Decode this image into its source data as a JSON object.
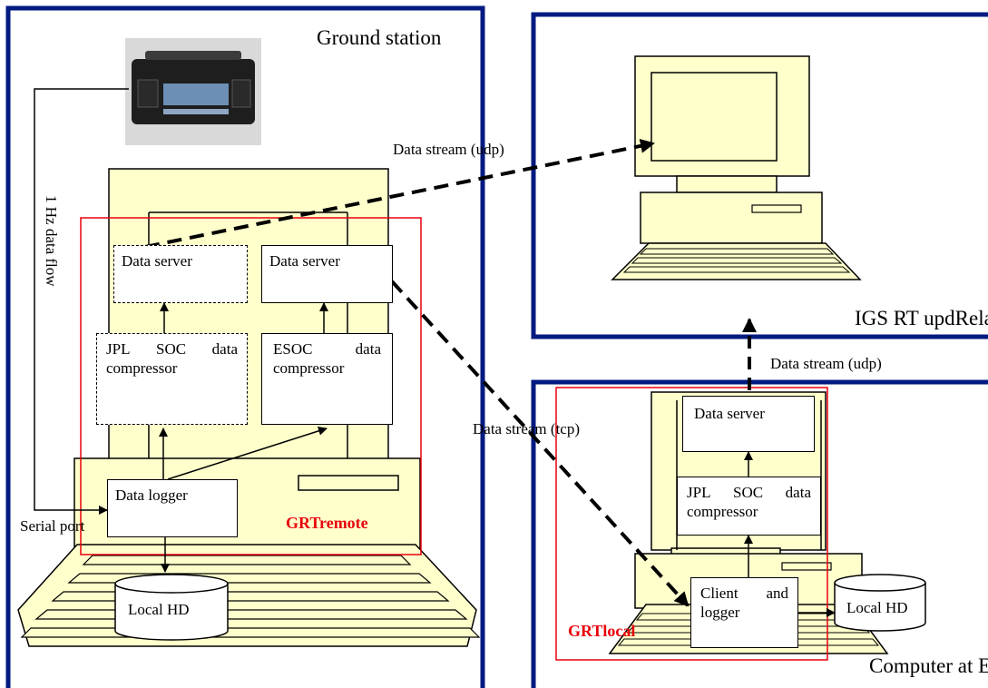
{
  "colors": {
    "frame": "#001a80",
    "computer_fill": "#ffffcc",
    "region_outline": "#e8000b",
    "line": "#000000"
  },
  "panels": {
    "ground_station": "Ground station",
    "relay": "IGS RT updRelay",
    "esoc": "Computer at ESOC"
  },
  "flows": {
    "hz_flow": "1 Hz data flow",
    "udp_top": "Data stream (udp)",
    "udp_right": "Data stream (udp)",
    "tcp": "Data stream (tcp)",
    "serial": "Serial port"
  },
  "ground": {
    "data_server_1": "Data server",
    "data_server_2": "Data server",
    "jpl_line1_words": [
      "JPL",
      "SOC",
      "data"
    ],
    "jpl_line2": "compressor",
    "esoc_line1_words": [
      "ESOC",
      "data"
    ],
    "esoc_line2": "compressor",
    "data_logger": "Data logger",
    "local_hd": "Local HD",
    "region_label": "GRTremote"
  },
  "esoc_site": {
    "data_server": "Data server",
    "jpl_line1_words": [
      "JPL",
      "SOC",
      "data"
    ],
    "jpl_line2": "compressor",
    "client_line1_words": [
      "Client",
      "and"
    ],
    "client_line2": "logger",
    "local_hd": "Local HD",
    "region_label": "GRTlocal"
  }
}
